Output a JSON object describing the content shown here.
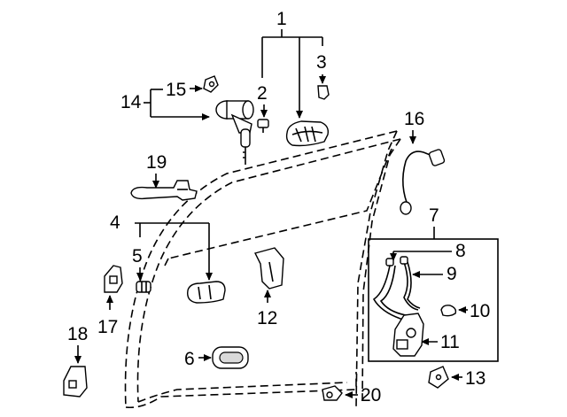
{
  "callouts": {
    "c1": "1",
    "c2": "2",
    "c3": "3",
    "c4": "4",
    "c5": "5",
    "c6": "6",
    "c7": "7",
    "c8": "8",
    "c9": "9",
    "c10": "10",
    "c11": "11",
    "c12": "12",
    "c13": "13",
    "c14": "14",
    "c15": "15",
    "c16": "16",
    "c17": "17",
    "c18": "18",
    "c19": "19",
    "c20": "20"
  }
}
